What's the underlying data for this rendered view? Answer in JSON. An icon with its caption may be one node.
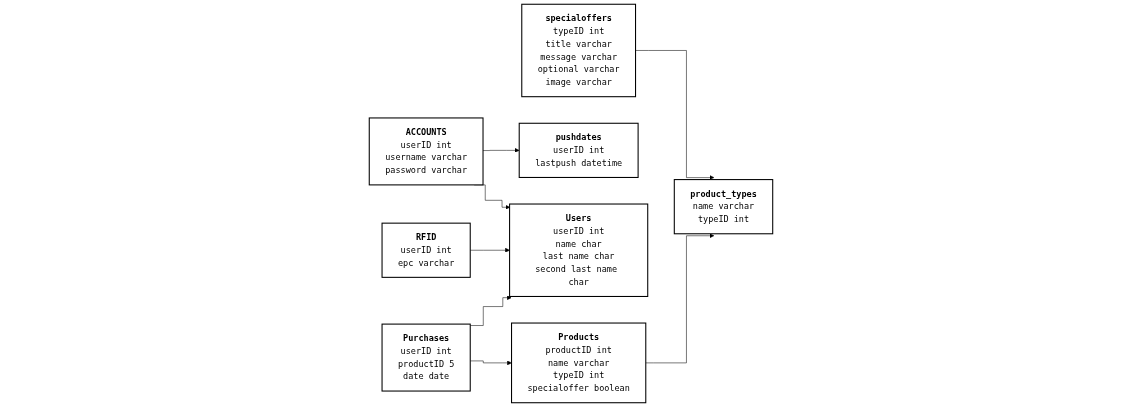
{
  "diagram": {
    "nodes": [
      {
        "text": [
          "specialoffers",
          "typeID int",
          "title varchar",
          "message varchar",
          "optional varchar",
          "image varchar"
        ]
      },
      {
        "text": [
          "pushdates",
          "userID int",
          "lastpush datetime"
        ]
      },
      {
        "text": [
          "Users",
          "userID int",
          "name char",
          "last name char",
          "second last name char"
        ]
      },
      {
        "text": [
          "RFID",
          "userID int",
          "epc varchar"
        ]
      },
      {
        "text": [
          "product_types",
          "name varchar",
          "typeID int"
        ]
      },
      {
        "text": [
          "ACCOUNTS",
          "userID int",
          "username varchar",
          "password varchar"
        ]
      },
      {
        "text": [
          "Products",
          "productID int",
          "name varchar",
          "typeID int",
          "specialoffer boolean"
        ]
      },
      {
        "text": [
          "Purchases",
          "userID int",
          "productID 5",
          "date date"
        ]
      }
    ],
    "edges": [
      {
        "from": 0,
        "to": 4,
        "arrow": "to"
      },
      {
        "from": 5,
        "to": 1,
        "arrow": "to"
      },
      {
        "from": 5,
        "to": 2,
        "arrow": "to"
      },
      {
        "from": 3,
        "to": 2,
        "arrow": "to"
      },
      {
        "from": 7,
        "to": 2,
        "arrow": "to"
      },
      {
        "from": 7,
        "to": 6,
        "arrow": "to"
      },
      {
        "from": 6,
        "to": 4,
        "arrow": "to"
      }
    ]
  }
}
